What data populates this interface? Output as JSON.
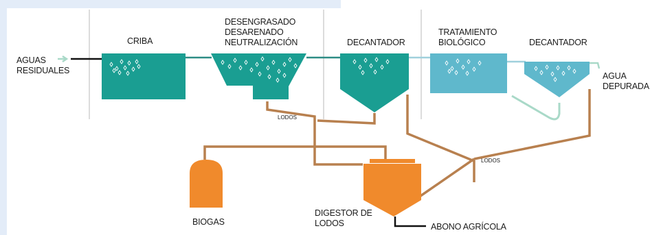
{
  "labels": {
    "aguas_line1": "AGUAS",
    "aguas_line2": "RESIDUALES",
    "criba": "CRIBA",
    "desengrasado": "DESENGRASADO",
    "desarenado": "DESARENADO",
    "neutralizacion": "NEUTRALIZACIÓN",
    "decantador_1": "DECANTADOR",
    "tratamiento_line1": "TRATAMIENTO",
    "tratamiento_line2": "BIOLÓGICO",
    "decantador_2": "DECANTADOR",
    "agua_line1": "AGUA",
    "agua_line2": "DEPURADA",
    "lodos_1": "LODOS",
    "lodos_2": "LODOS",
    "biogas": "BIOGAS",
    "digestor_line1": "DIGESTOR DE",
    "digestor_line2": "LODOS",
    "abono": "ABONO AGRÍCOLA"
  },
  "colors": {
    "teal": "#1a9e92",
    "light_blue": "#5fb8cc",
    "orange": "#f08a2c",
    "pipe_brown": "#b8804f",
    "arrow_mint": "#a9d9c8",
    "divider": "#b8b8b8",
    "frame_blue": "#e3ecf8",
    "text": "#1b1b1b"
  }
}
